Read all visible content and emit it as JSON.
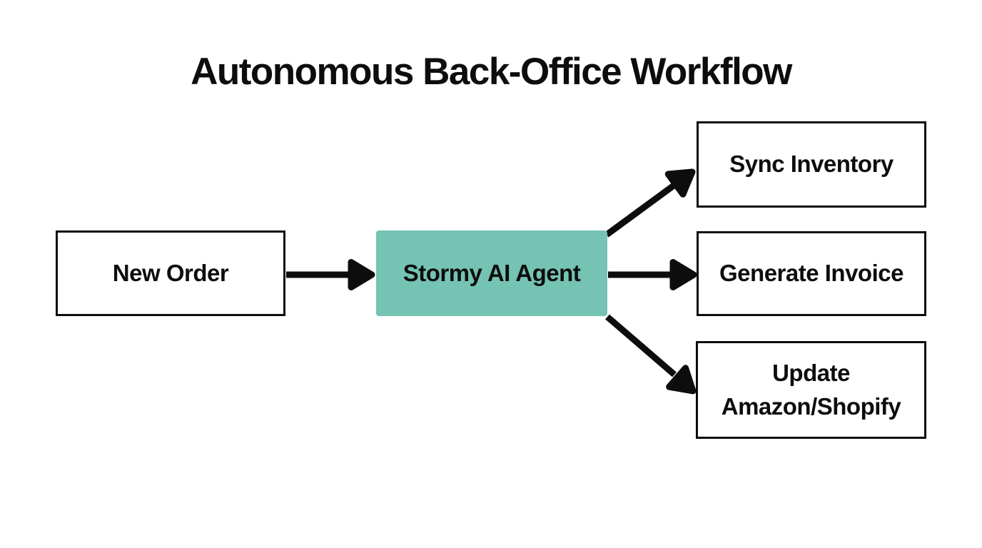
{
  "title": "Autonomous Back-Office Workflow",
  "colors": {
    "background": "#ffffff",
    "box_border": "#0d0d0d",
    "text": "#0d0d0d",
    "agent_fill": "#74c3b3",
    "arrow": "#0d0d0d"
  },
  "diagram": {
    "nodes": [
      {
        "id": "new-order",
        "label": "New Order",
        "type": "process"
      },
      {
        "id": "stormy-ai-agent",
        "label": "Stormy AI Agent",
        "type": "agent"
      },
      {
        "id": "sync-inventory",
        "label": "Sync Inventory",
        "type": "process"
      },
      {
        "id": "generate-invoice",
        "label": "Generate Invoice",
        "type": "process"
      },
      {
        "id": "update-channels",
        "label": "Update Amazon/Shopify",
        "type": "process"
      }
    ],
    "edges": [
      {
        "from": "new-order",
        "to": "stormy-ai-agent"
      },
      {
        "from": "stormy-ai-agent",
        "to": "sync-inventory"
      },
      {
        "from": "stormy-ai-agent",
        "to": "generate-invoice"
      },
      {
        "from": "stormy-ai-agent",
        "to": "update-channels"
      }
    ]
  }
}
